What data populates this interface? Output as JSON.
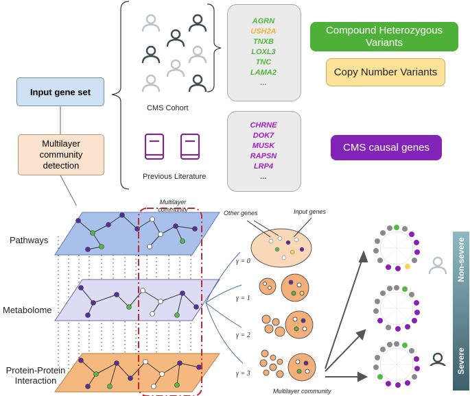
{
  "input_box": {
    "label": "Input gene set"
  },
  "detection_box": {
    "label": "Multilayer community detection"
  },
  "cohort": {
    "label": "CMS Cohort"
  },
  "literature": {
    "label": "Previous Literature"
  },
  "cohort_genes": {
    "items": [
      "AGRN",
      "USH2A",
      "TNXB",
      "LOXL3",
      "TNC",
      "LAMA2",
      "..."
    ],
    "colors": [
      "#4fba3a",
      "#f2b233",
      "#4fba3a",
      "#4fba3a",
      "#4fba3a",
      "#4fba3a",
      "#4fba3a"
    ]
  },
  "literature_genes": {
    "items": [
      "CHRNE",
      "DOK7",
      "MUSK",
      "RAPSN",
      "LRP4",
      "..."
    ],
    "colors": [
      "#a020c8",
      "#a020c8",
      "#a020c8",
      "#a020c8",
      "#a020c8",
      "#a020c8"
    ]
  },
  "legend": {
    "compound": "Compound Heterozygous Variants",
    "cnv": "Copy Number Variants",
    "causal": "CMS causal genes"
  },
  "layers": {
    "pathways": "Pathways",
    "metabolome": "Metabolome",
    "ppi": "Protein-Protein Interaction"
  },
  "community_top": "Multilayer community",
  "community_bottom": "Multilayer community",
  "other_genes": "Other genes",
  "input_genes": "Input genes",
  "gammas": [
    "γ = 0",
    "γ = 1",
    "γ = 2",
    "γ = 3"
  ],
  "severity": {
    "non_severe": "Non-severe",
    "severe": "Severe"
  },
  "colors": {
    "blue_layer": "#a9c1ea",
    "lavender_layer": "#dcdcf5",
    "orange_layer": "#f5b97f",
    "green": "#54b948",
    "yellow": "#ffd35c",
    "purple": "#8a1fb5",
    "red_dash": "#c0282d",
    "node_purple": "#5a2d9c",
    "gray": "#8a8a8a"
  }
}
